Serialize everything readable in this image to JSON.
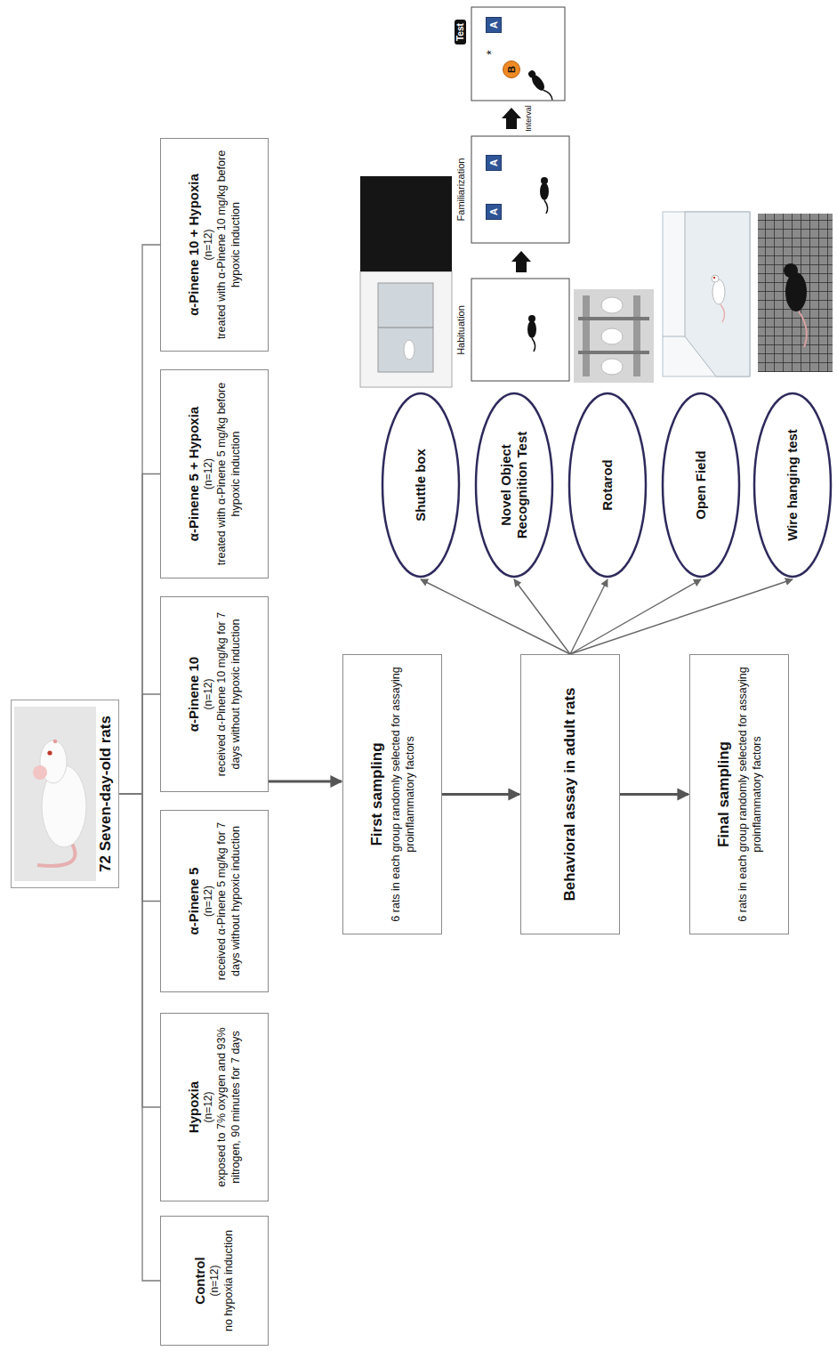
{
  "diagram": {
    "nodes": [
      {
        "text": [
          "72 Seven-day-old rats"
        ]
      },
      {
        "text": [
          "Control",
          "(n=12)",
          "no hypoxia induction"
        ]
      },
      {
        "text": [
          "Hypoxia",
          "(n=12)",
          "exposed to 7% oxygen and 93% nitrogen, 90 minutes for 7 days"
        ]
      },
      {
        "text": [
          "α-Pinene 5",
          "(n=12)",
          "received α-Pinene 5 mg/kg for 7 days without hypoxic induction"
        ]
      },
      {
        "text": [
          "α-Pinene 10",
          "(n=12)",
          "received α-Pinene 10 mg/kg for 7 days without hypoxic induction"
        ]
      },
      {
        "text": [
          "α-Pinene 5 + Hypoxia",
          "(n=12)",
          "treated with α-Pinene 5 mg/kg before hypoxic induction"
        ]
      },
      {
        "text": [
          "α-Pinene 10 + Hypoxia",
          "(n=12)",
          "treated with α-Pinene 10 mg/kg before hypoxic induction"
        ]
      },
      {
        "text": [
          "First sampling",
          "6 rats in each group randomly selected for assaying proinflammatory factors"
        ]
      },
      {
        "text": [
          "Behavioral assay in adult rats"
        ]
      },
      {
        "text": [
          "Final sampling",
          "6 rats in each group randomly selected for assaying proinflammatory factors"
        ]
      },
      {
        "text": [
          "Shuttle box"
        ]
      },
      {
        "text": [
          "Novel Object Recognition Test"
        ]
      },
      {
        "text": [
          "Rotarod"
        ]
      },
      {
        "text": [
          "Open Field"
        ]
      },
      {
        "text": [
          "Wire hanging test"
        ]
      },
      {
        "text": [
          "A"
        ]
      },
      {
        "text": [
          "A"
        ]
      },
      {
        "text": [
          "Test"
        ]
      },
      {
        "text": [
          "B"
        ]
      },
      {
        "text": [
          "A"
        ]
      }
    ],
    "edges": [
      {
        "from": 0,
        "to": 1,
        "arrow": "none"
      },
      {
        "from": 0,
        "to": 2,
        "arrow": "none"
      },
      {
        "from": 0,
        "to": 3,
        "arrow": "none"
      },
      {
        "from": 0,
        "to": 4,
        "arrow": "none"
      },
      {
        "from": 0,
        "to": 5,
        "arrow": "none"
      },
      {
        "from": 0,
        "to": 6,
        "arrow": "none"
      },
      {
        "from": 4,
        "to": 7,
        "arrow": "to"
      },
      {
        "from": 7,
        "to": 8,
        "arrow": "to"
      },
      {
        "from": 8,
        "to": 9,
        "arrow": "to"
      },
      {
        "from": 8,
        "to": 10,
        "arrow": "to"
      },
      {
        "from": 8,
        "to": 11,
        "arrow": "to"
      },
      {
        "from": 8,
        "to": 12,
        "arrow": "to"
      },
      {
        "from": 8,
        "to": 13,
        "arrow": "to"
      },
      {
        "from": 8,
        "to": 14,
        "arrow": "to"
      }
    ],
    "labels": [
      "Habituation",
      "Familiarization",
      "Interval",
      "*"
    ]
  }
}
